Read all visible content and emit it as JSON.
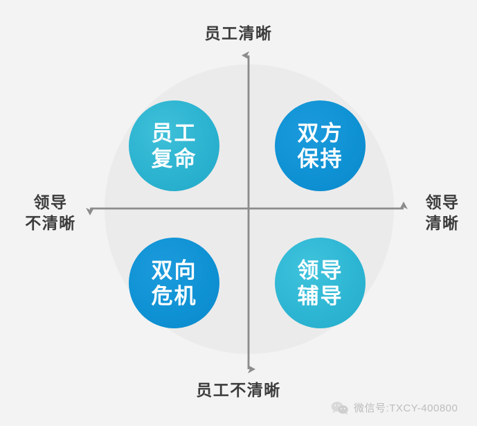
{
  "diagram": {
    "title_implicit": "领导与员工清晰度四象限",
    "background_color": "#f3f3f3",
    "halo_color": "#ecebeb",
    "axis_color": "#8c8c8c",
    "axes": {
      "top_label": "员工清晰",
      "bottom_label": "员工不清晰",
      "left_label_line1": "领导",
      "left_label_line2": "不清晰",
      "right_label_line1": "领导",
      "right_label_line2": "清晰"
    },
    "quadrants": [
      {
        "position": "top-left",
        "line1": "员工",
        "line2": "复命",
        "color": "#2bb3d0",
        "meaning": "领导不清晰 + 员工清晰"
      },
      {
        "position": "top-right",
        "line1": "双方",
        "line2": "保持",
        "color": "#0f92d4",
        "meaning": "领导清晰 + 员工清晰"
      },
      {
        "position": "bottom-left",
        "line1": "双向",
        "line2": "危机",
        "color": "#0f92d4",
        "meaning": "领导不清晰 + 员工不清晰"
      },
      {
        "position": "bottom-right",
        "line1": "领导",
        "line2": "辅导",
        "color": "#2db6d3",
        "meaning": "领导清晰 + 员工不清晰"
      }
    ]
  },
  "watermark": {
    "icon": "wechat-icon",
    "text": "微信号:TXCY-400800",
    "color": "#bdbdbd"
  }
}
